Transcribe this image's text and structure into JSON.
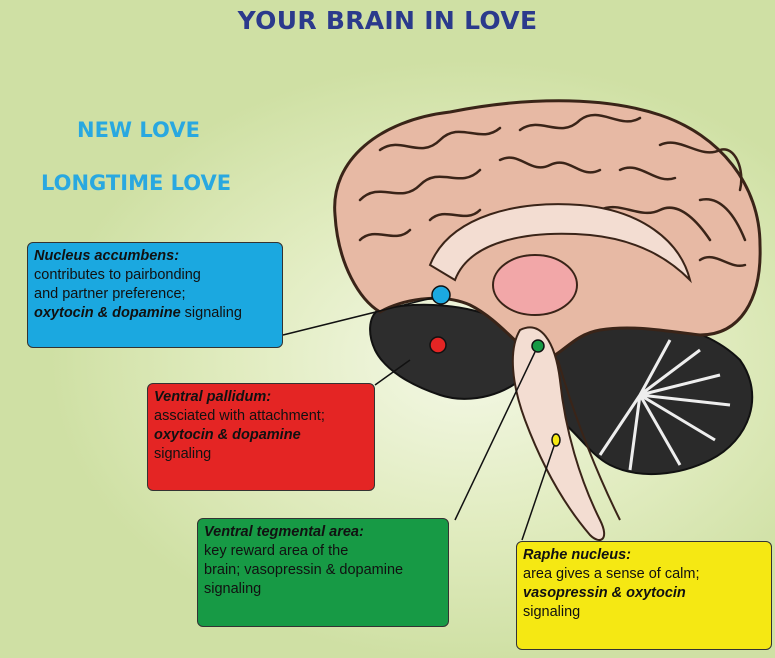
{
  "title": "YOUR BRAIN IN LOVE",
  "legend": {
    "new_love": "NEW LOVE",
    "longtime_love": "LONGTIME LOVE"
  },
  "regions": {
    "nucleus_accumbens": {
      "title": "Nucleus accumbens:",
      "line1": "contributes to pairbonding",
      "line2": "and partner preference;",
      "signal_italic": "oxytocin & dopamine",
      "signal_rest": " signaling",
      "color": "#1ba8e0"
    },
    "ventral_pallidum": {
      "title": "Ventral pallidum:",
      "line1": "assciated with attachment;",
      "signal_italic": "oxytocin & dopamine",
      "line3": "signaling",
      "color": "#e42524"
    },
    "ventral_tegmental_area": {
      "title": "Ventral tegmental area:",
      "line1": "key reward area of the",
      "line2": "brain; vasopressin & dopamine",
      "line3": "signaling",
      "color": "#179a45"
    },
    "raphe_nucleus": {
      "title": "Raphe nucleus:",
      "line1": "area gives a sense of calm;",
      "signal_italic": "vasopressin & oxytocin",
      "line3": "signaling",
      "color": "#f5e813"
    }
  },
  "colors": {
    "brain": "#e7b9a4",
    "brain_inner": "#f3ddd2",
    "thalamus": "#f2a7a8",
    "cerebellum": "#2a2a2a",
    "title": "#2b3a8c",
    "legend": "#29a8e0"
  }
}
